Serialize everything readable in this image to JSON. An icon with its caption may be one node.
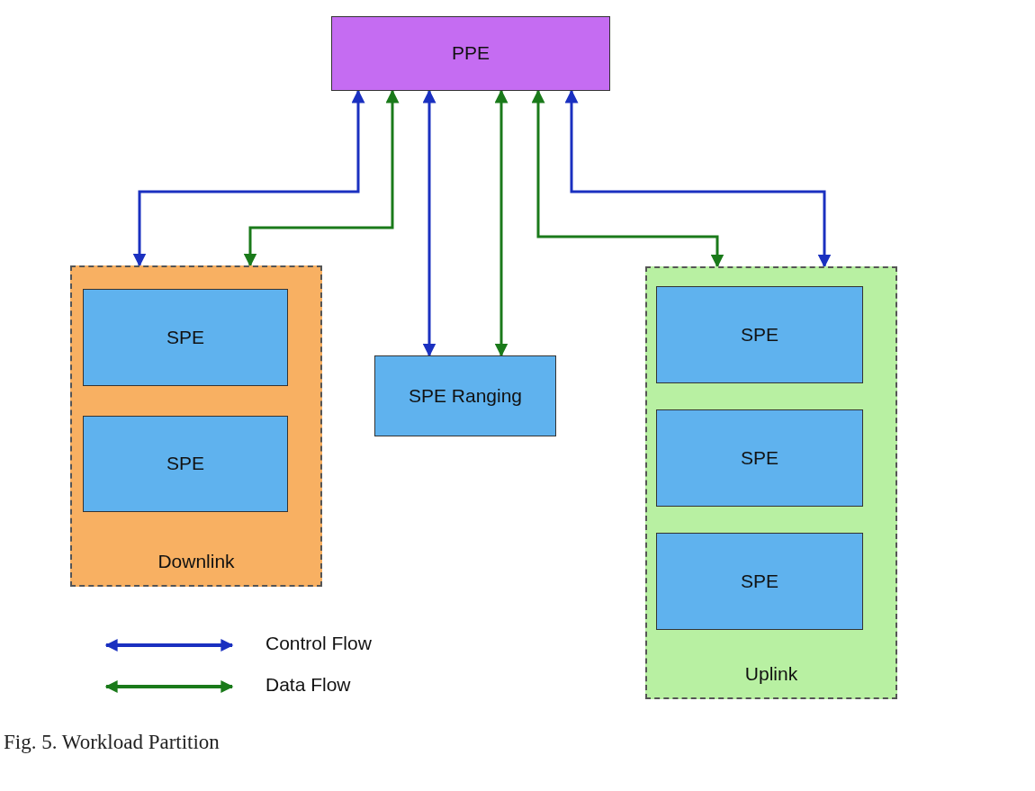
{
  "diagram": {
    "caption": "Fig. 5. Workload Partition",
    "nodes": [
      {
        "text": [
          "PPE"
        ]
      },
      {
        "text": [
          "Downlink"
        ]
      },
      {
        "text": [
          "SPE"
        ],
        "in": 1
      },
      {
        "text": [
          "SPE"
        ],
        "in": 1
      },
      {
        "text": [
          "SPE Ranging"
        ]
      },
      {
        "text": [
          "Uplink"
        ]
      },
      {
        "text": [
          "SPE"
        ],
        "in": 5
      },
      {
        "text": [
          "SPE"
        ],
        "in": 5
      },
      {
        "text": [
          "SPE"
        ],
        "in": 5
      }
    ],
    "edges": [
      {
        "from": 0,
        "to": 1,
        "arrow": "both"
      },
      {
        "from": 0,
        "to": 1,
        "arrow": "both",
        "color": "#1a7a1a"
      },
      {
        "from": 0,
        "to": 4,
        "arrow": "both"
      },
      {
        "from": 0,
        "to": 4,
        "arrow": "both",
        "color": "#1a7a1a"
      },
      {
        "from": 0,
        "to": 5,
        "arrow": "both",
        "color": "#1a7a1a"
      },
      {
        "from": 0,
        "to": 5,
        "arrow": "both"
      }
    ],
    "legend": [
      {
        "text": "Control Flow"
      },
      {
        "text": "Data Flow"
      }
    ]
  }
}
